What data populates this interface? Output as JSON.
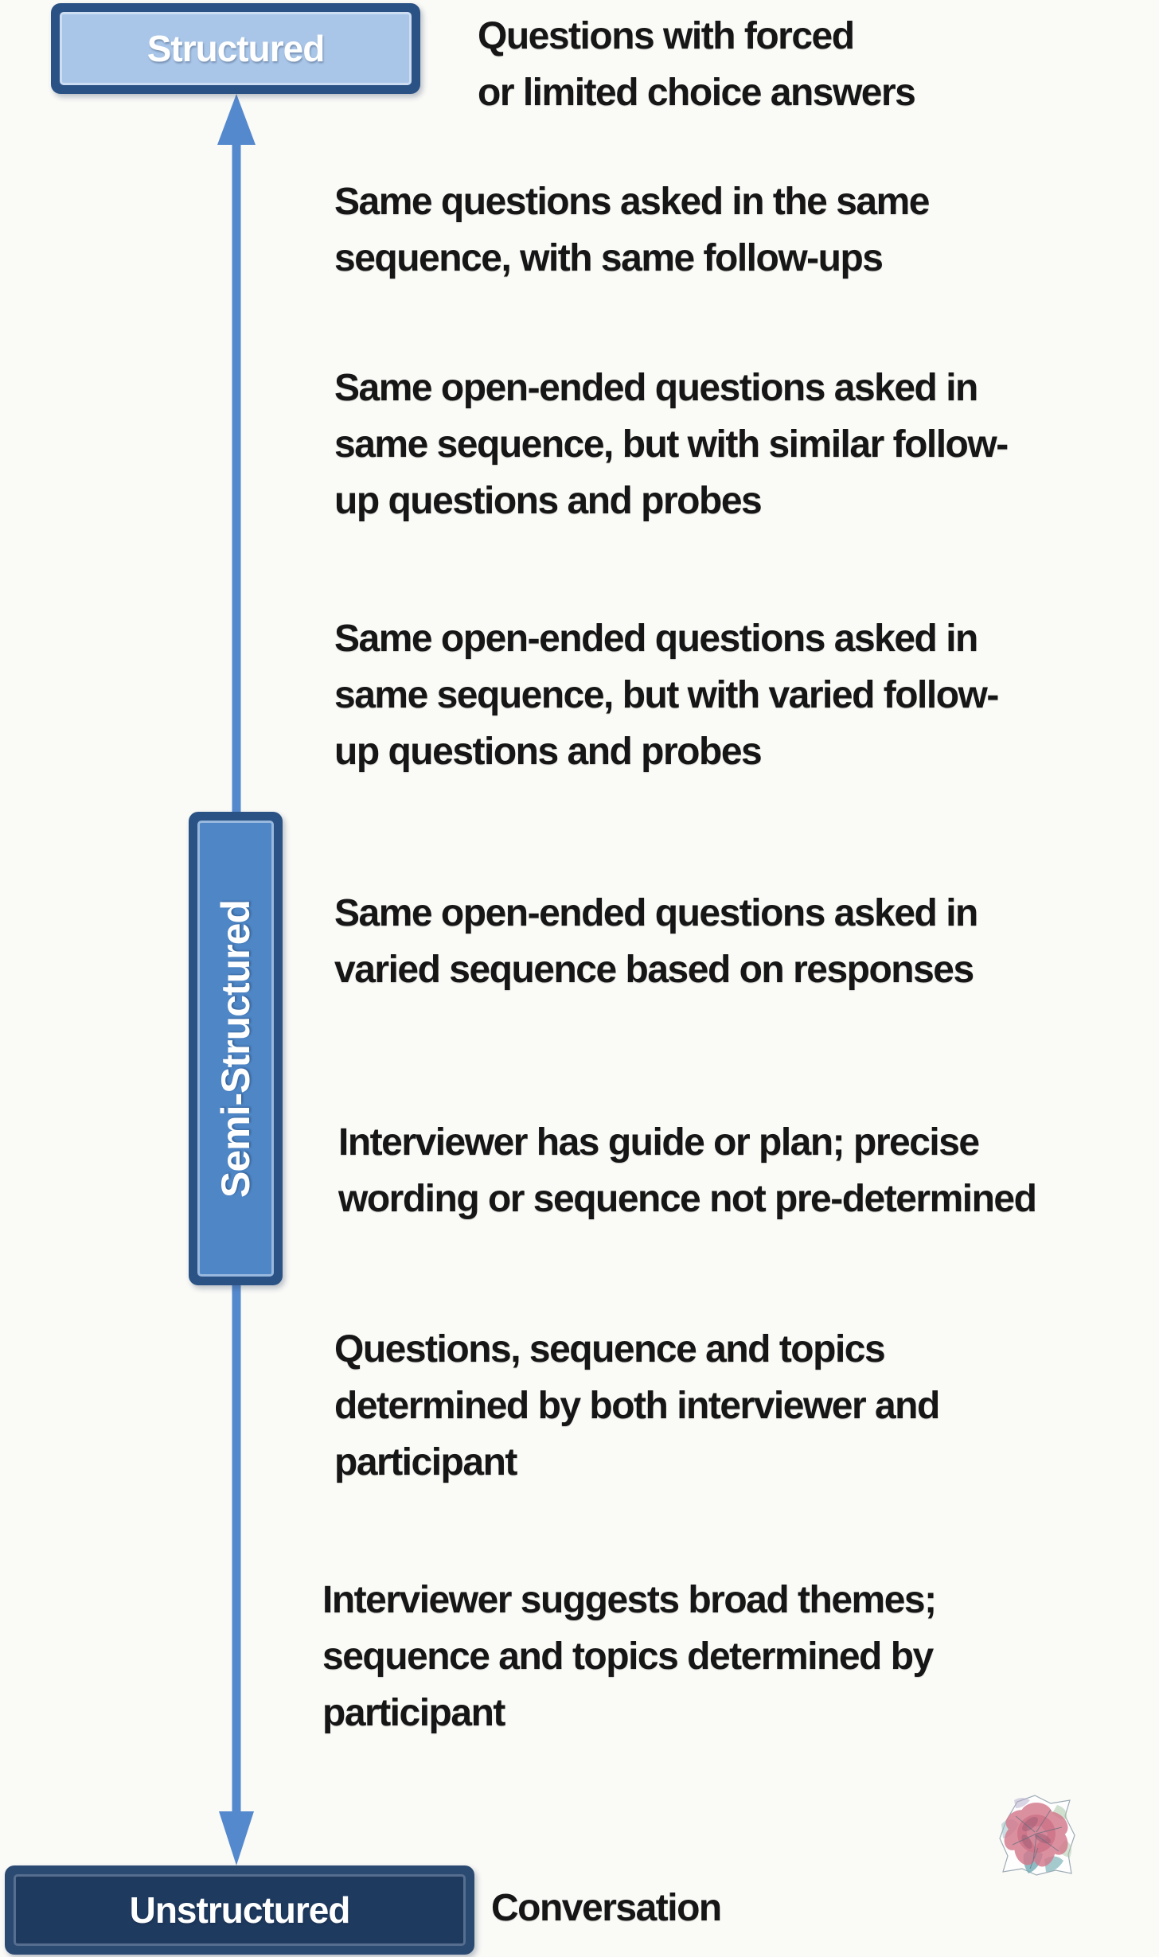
{
  "title": "Interview structure continuum diagram",
  "nodes": {
    "structured": {
      "label": "Structured"
    },
    "semi_structured": {
      "label": "Semi-Structured"
    },
    "unstructured": {
      "label": "Unstructured"
    }
  },
  "annotations": [
    {
      "id": "forced-choice",
      "text": "Questions with forced\nor limited choice answers"
    },
    {
      "id": "same-questions",
      "text": "Same questions asked in the same\nsequence, with same follow-ups"
    },
    {
      "id": "similar-followups",
      "text": "Same open-ended questions asked in\nsame sequence, but with similar follow-\nup questions and probes"
    },
    {
      "id": "varied-followups",
      "text": "Same open-ended questions asked in\nsame sequence, but with varied follow-\nup questions and probes"
    },
    {
      "id": "varied-sequence",
      "text": "Same open-ended questions asked in\nvaried sequence based on responses"
    },
    {
      "id": "guide-or-plan",
      "text": "Interviewer has guide or plan; precise\nwording or sequence not pre-determined"
    },
    {
      "id": "both-determine",
      "text": "Questions, sequence and topics\ndetermined by both interviewer and\nparticipant"
    },
    {
      "id": "broad-themes",
      "text": "Interviewer suggests broad themes;\nsequence and topics determined by\nparticipant"
    },
    {
      "id": "conversation",
      "text": "Conversation"
    }
  ],
  "colors": {
    "page_background": "#fafaf7",
    "box_border_dark": "#2a5284",
    "structured_fill": "#a9c6e9",
    "semi_structured_fill": "#4e86c6",
    "unstructured_fill": "#1f3a5f",
    "unstructured_border": "#2b4a72",
    "arrow": "#5589ce",
    "text_black": "#161616",
    "text_white": "#ffffff"
  },
  "icons": {
    "arrow": "double-headed-vertical-arrow",
    "flower": "watercolor-flower"
  }
}
